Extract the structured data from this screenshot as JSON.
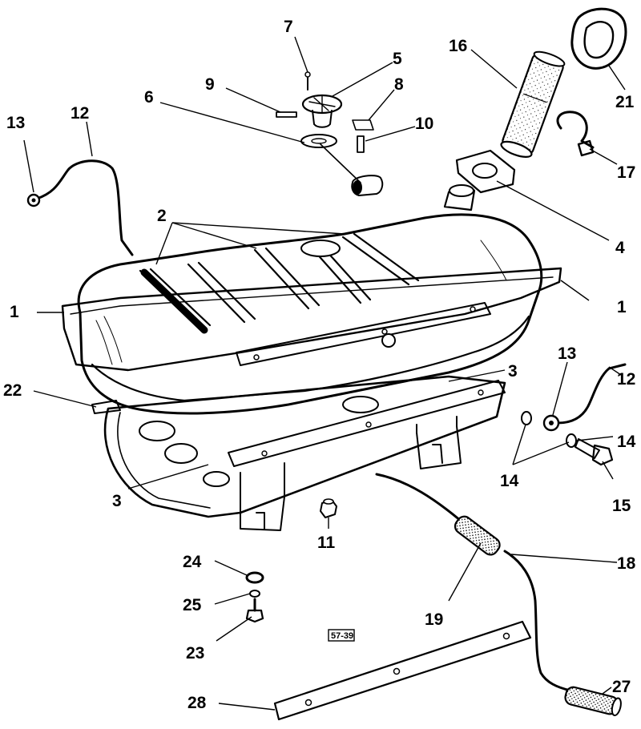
{
  "figure": {
    "stamp": "57-39",
    "callouts": [
      {
        "id": "c1a",
        "text": "1"
      },
      {
        "id": "c1b",
        "text": "1"
      },
      {
        "id": "c2",
        "text": "2"
      },
      {
        "id": "c3a",
        "text": "3"
      },
      {
        "id": "c3b",
        "text": "3"
      },
      {
        "id": "c4",
        "text": "4"
      },
      {
        "id": "c5",
        "text": "5"
      },
      {
        "id": "c6",
        "text": "6"
      },
      {
        "id": "c7",
        "text": "7"
      },
      {
        "id": "c8",
        "text": "8"
      },
      {
        "id": "c9",
        "text": "9"
      },
      {
        "id": "c10",
        "text": "10"
      },
      {
        "id": "c11",
        "text": "11"
      },
      {
        "id": "c12a",
        "text": "12"
      },
      {
        "id": "c12b",
        "text": "12"
      },
      {
        "id": "c13a",
        "text": "13"
      },
      {
        "id": "c13b",
        "text": "13"
      },
      {
        "id": "c14a",
        "text": "14"
      },
      {
        "id": "c14b",
        "text": "14"
      },
      {
        "id": "c15",
        "text": "15"
      },
      {
        "id": "c16",
        "text": "16"
      },
      {
        "id": "c17",
        "text": "17"
      },
      {
        "id": "c18",
        "text": "18"
      },
      {
        "id": "c19",
        "text": "19"
      },
      {
        "id": "c21",
        "text": "21"
      },
      {
        "id": "c22",
        "text": "22"
      },
      {
        "id": "c23",
        "text": "23"
      },
      {
        "id": "c24",
        "text": "24"
      },
      {
        "id": "c25",
        "text": "25"
      },
      {
        "id": "c27",
        "text": "27"
      },
      {
        "id": "c28",
        "text": "28"
      }
    ]
  }
}
